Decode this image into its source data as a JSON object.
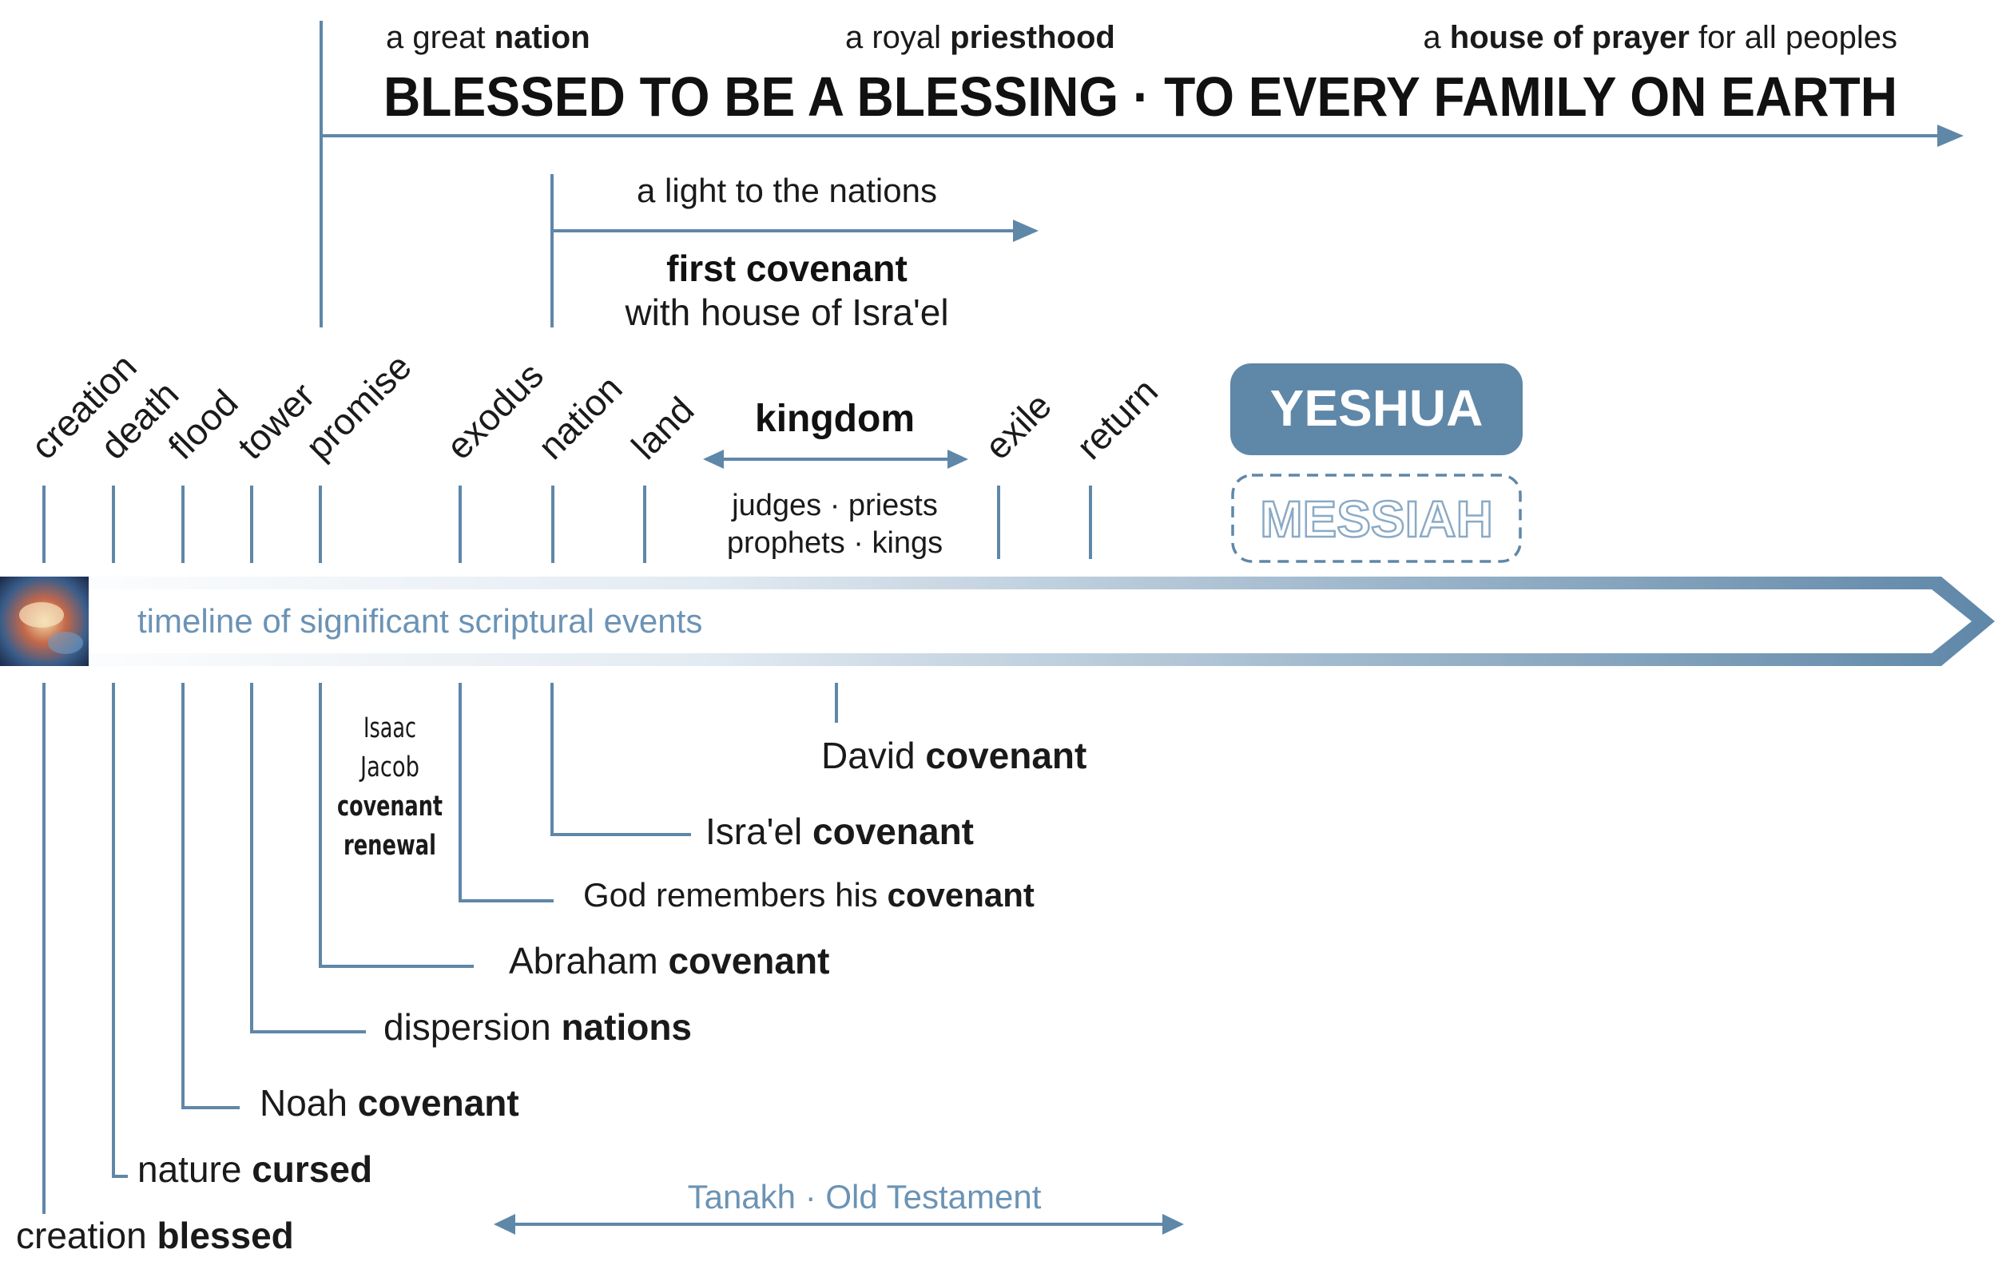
{
  "colors": {
    "line": "#5f87a8",
    "text": "#1a1a1a",
    "accent_text": "#6b93b5",
    "badge_fill": "#5f87a8",
    "badge_text": "#ffffff",
    "outline_text": "#8aaac6"
  },
  "header": {
    "tag_nation": {
      "pre": "a great ",
      "bold": "nation"
    },
    "tag_priesthood": {
      "pre": "a royal ",
      "bold": "priesthood"
    },
    "tag_prayer": {
      "pre": "a ",
      "bold": "house of prayer",
      "post": " for all peoples"
    },
    "headline": "BLESSED TO BE A BLESSING · TO EVERY FAMILY ON EARTH"
  },
  "first_covenant": {
    "light": "a light to the nations",
    "title": "first covenant",
    "subtitle": "with house of Isra'el"
  },
  "events": [
    "creation",
    "death",
    "flood",
    "tower",
    "promise",
    "exodus",
    "nation",
    "land",
    "exile",
    "return"
  ],
  "kingdom": {
    "label": "kingdom",
    "line1": "judges · priests",
    "line2": "prophets · kings"
  },
  "yeshua": {
    "label": "YESHUA",
    "messiah": "MESSIAH"
  },
  "timeline": {
    "label": "timeline of significant scriptural events"
  },
  "isaac_block": {
    "line1": "Isaac",
    "line2": "Jacob",
    "line3": "covenant",
    "line4": "renewal"
  },
  "covenants": {
    "david": {
      "pre": "David ",
      "bold": "covenant"
    },
    "israel": {
      "pre": "Isra'el ",
      "bold": "covenant"
    },
    "remembers": {
      "pre": "God remembers his ",
      "bold": "covenant"
    },
    "abraham": {
      "pre": "Abraham ",
      "bold": "covenant"
    },
    "dispersion": {
      "pre": "dispersion ",
      "bold": "nations"
    },
    "noah": {
      "pre": "Noah ",
      "bold": "covenant"
    },
    "nature": {
      "pre": "nature ",
      "bold": "cursed"
    },
    "creation": {
      "pre": "creation ",
      "bold": "blessed"
    }
  },
  "tanakh": {
    "label": "Tanakh · Old Testament"
  }
}
